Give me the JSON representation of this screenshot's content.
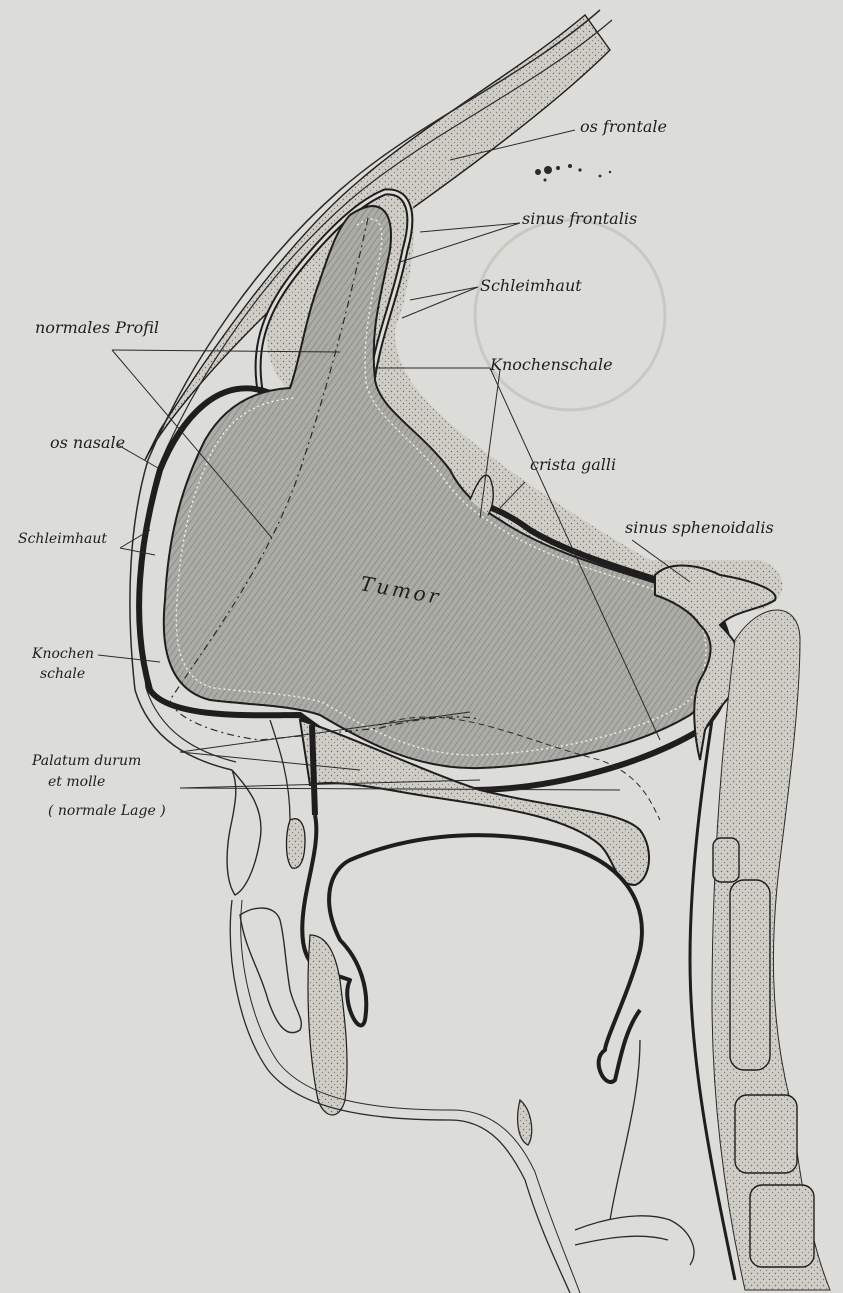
{
  "plate": {
    "paper_color": "#dcdcd8",
    "ink_color": "#1e1e1e",
    "tumor_fill": "#a9a9a4",
    "tissue_fill": "#cfcdc5"
  },
  "labels": {
    "os_frontale": "os frontale",
    "sinus_frontalis": "sinus frontalis",
    "schleimhaut_top": "Schleimhaut",
    "normales_profil": "normales Profil",
    "knochenschale_top": "Knochenschale",
    "os_nasale": "os nasale",
    "crista_galli": "crista galli",
    "sinus_sphenoidalis": "sinus sphenoidalis",
    "schleimhaut_left": "Schleimhaut",
    "tumor": "Tumor",
    "knochen": "Knochen",
    "schale": "schale",
    "palatum_line1": "Palatum durum",
    "palatum_line2": "et molle",
    "palatum_line3": "( normale Lage )"
  }
}
